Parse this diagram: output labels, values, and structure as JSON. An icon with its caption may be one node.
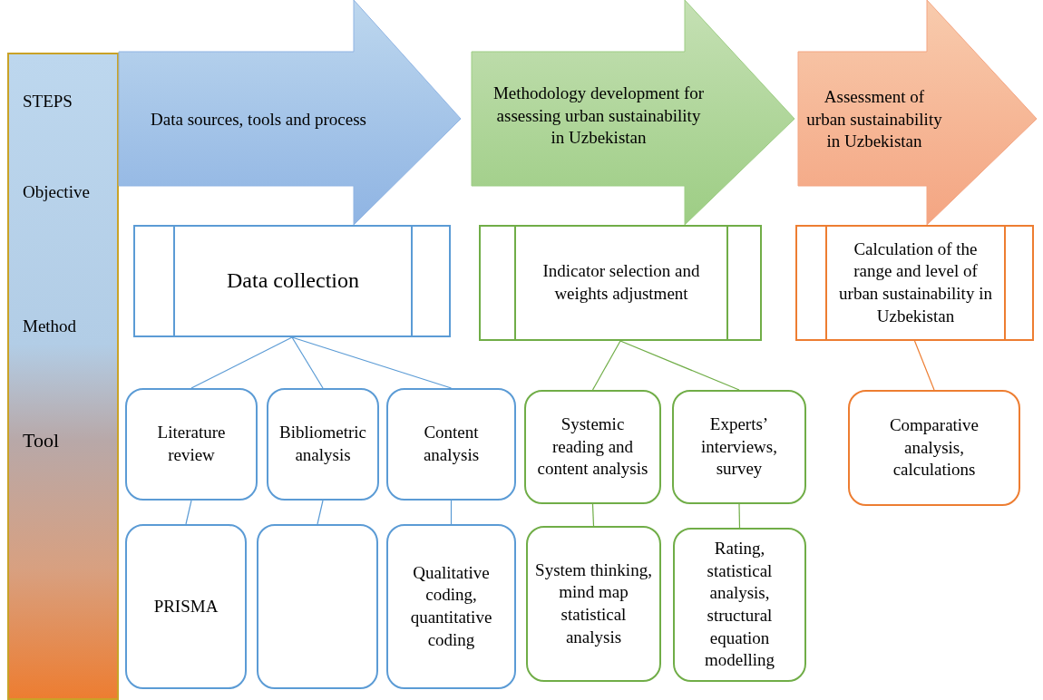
{
  "diagram": {
    "nodes": [
      {
        "text": [
          "STEPS",
          "Objective",
          "Method",
          "Tool"
        ]
      },
      {
        "text": [
          "Data sources, tools and process"
        ]
      },
      {
        "text": [
          "Methodology development for assessing urban sustainability in Uzbekistan"
        ]
      },
      {
        "text": [
          "Assessment of urban sustainability in Uzbekistan"
        ]
      },
      {
        "text": [
          "Data collection"
        ]
      },
      {
        "text": [
          "Indicator selection and weights adjustment"
        ]
      },
      {
        "text": [
          "Calculation of the range and level of urban sustainability in Uzbekistan"
        ]
      },
      {
        "text": [
          "Literature review"
        ]
      },
      {
        "text": [
          "Bibliometric analysis"
        ]
      },
      {
        "text": [
          "Content analysis"
        ]
      },
      {
        "text": [
          "Systemic reading and content analysis"
        ]
      },
      {
        "text": [
          "Experts’ interviews, survey"
        ]
      },
      {
        "text": [
          "Comparative analysis, calculations"
        ]
      },
      {
        "text": [
          "PRISMA"
        ]
      },
      {
        "text": [],
        "shape": "box"
      },
      {
        "text": [
          "Qualitative coding, quantitative coding"
        ]
      },
      {
        "text": [
          "System thinking, mind map statistical analysis"
        ]
      },
      {
        "text": [
          "Rating, statistical analysis, structural equation modelling"
        ]
      }
    ],
    "edges": [
      {
        "from": 4,
        "to": 7,
        "arrow": "none"
      },
      {
        "from": 4,
        "to": 8,
        "arrow": "none"
      },
      {
        "from": 4,
        "to": 9,
        "arrow": "none"
      },
      {
        "from": 5,
        "to": 10,
        "arrow": "none",
        "color": "#70ad47"
      },
      {
        "from": 5,
        "to": 11,
        "arrow": "none",
        "color": "#70ad47"
      },
      {
        "from": 6,
        "to": 12,
        "arrow": "none",
        "color": "#ed7d31"
      },
      {
        "from": 7,
        "to": 13,
        "arrow": "none"
      },
      {
        "from": 8,
        "to": 14,
        "arrow": "none"
      },
      {
        "from": 9,
        "to": 15,
        "arrow": "none"
      },
      {
        "from": 10,
        "to": 16,
        "arrow": "none",
        "color": "#70ad47"
      },
      {
        "from": 11,
        "to": 17,
        "arrow": "none",
        "color": "#70ad47"
      }
    ]
  }
}
